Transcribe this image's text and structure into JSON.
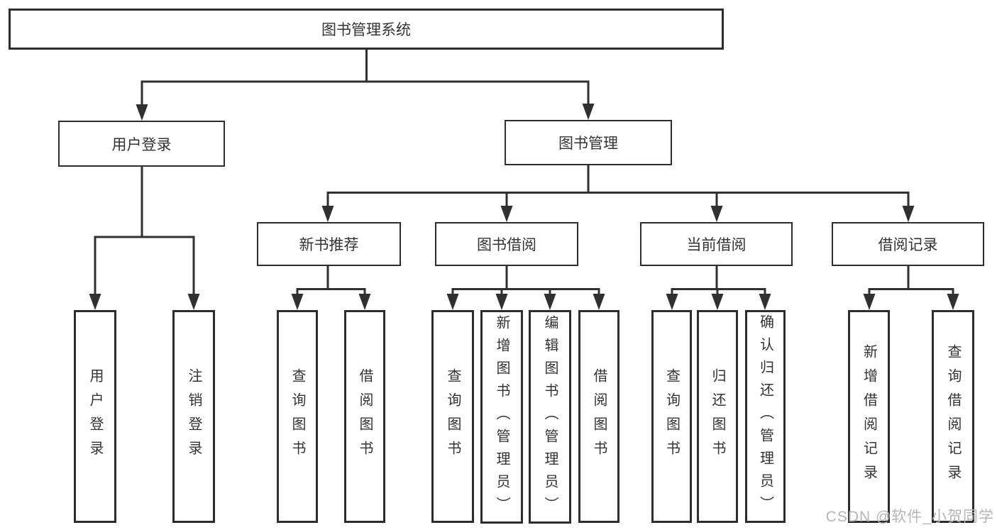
{
  "diagram": {
    "title": "图书管理系统",
    "branches": [
      {
        "label": "用户登录",
        "children": [
          "用户登录",
          "注销登录"
        ]
      },
      {
        "label": "图书管理",
        "children": [
          {
            "label": "新书推荐",
            "children": [
              "查询图书",
              "借阅图书"
            ]
          },
          {
            "label": "图书借阅",
            "children": [
              "查询图书",
              "新增图书（管理员）",
              "编辑图书（管理员）",
              "借阅图书"
            ]
          },
          {
            "label": "当前借阅",
            "children": [
              "查询图书",
              "归还图书",
              "确认归还（管理员）"
            ]
          },
          {
            "label": "借阅记录",
            "children": [
              "新增借阅记录",
              "查询借阅记录"
            ]
          }
        ]
      }
    ]
  },
  "watermark": "CSDN @软件_小贺同学",
  "colors": {
    "line": "#303030",
    "box_border": "#2d2d2d",
    "text": "#333333",
    "watermark": "#b5b5b5",
    "background": "#ffffff"
  }
}
